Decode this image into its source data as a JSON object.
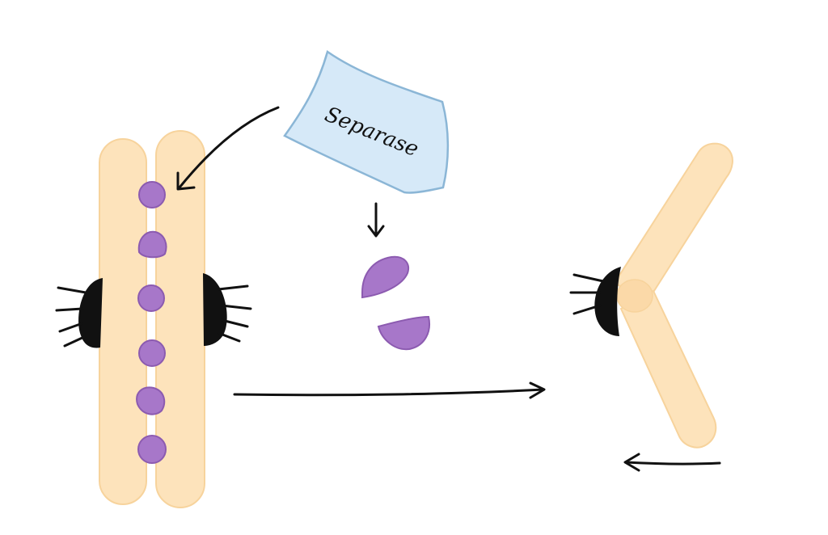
{
  "enzyme": {
    "label": "Separase",
    "fill_color": "#d6e9f8",
    "stroke_color": "#8bb6d6"
  },
  "colors": {
    "chromatid": "#fde3bb",
    "chromatid_stroke": "#f7d39c",
    "cohesin": "#a777c9",
    "cohesin_stroke": "#8c5bb0",
    "kinetochore": "#111111",
    "arrow": "#111111"
  },
  "sister_chromatids": {
    "cohesin_count": 6
  },
  "cleaved_cohesin": {
    "fragment_count": 2
  }
}
